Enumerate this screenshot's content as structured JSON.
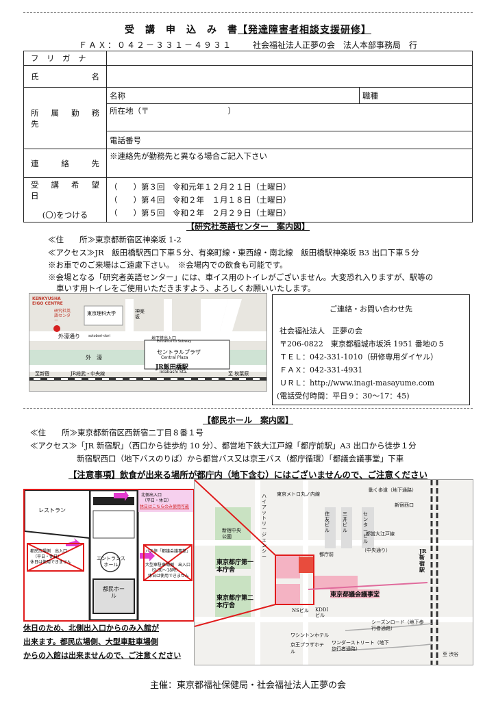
{
  "title": {
    "main": "受　講　申　込　み　書",
    "bracket": "【発達障害者相談支援研修】"
  },
  "fax_line": {
    "fax": "ＦＡＸ：０４２－３３１－４９３１",
    "org": "社会福祉法人正夢の会　法人本部事務局　行"
  },
  "form": {
    "furigana_label": "フ　リ　ガ　ナ",
    "name_label_1": "氏",
    "name_label_2": "名",
    "workplace_label": "所　属　勤　務　先",
    "company_name": "名称",
    "job_type": "職種",
    "address": "所在地（〒　　　　　　　　　　）",
    "phone": "電話番号",
    "contact_label_1": "連",
    "contact_label_2": "絡",
    "contact_label_3": "先",
    "contact_note": "※連絡先が勤務先と異なる場合ご記入下さい",
    "wish_label": "受　講　希　望　日",
    "wish_sub": "(〇)をつける",
    "dates": [
      "（　　）第３回　令和元年１２月２１日（土曜日）",
      "（　　）第４回　令和２年　１月１８日（土曜日）",
      "（　　）第５回　令和２年　２月２９日（土曜日）"
    ]
  },
  "venue1": {
    "heading": "【研究社英語センター　案内図】",
    "address": "≪住　　所≫東京都新宿区神楽坂 1-2",
    "access": "≪アクセス≫JR　飯田橋駅西口下車５分、有楽町線・東西線・南北線　飯田橋駅神楽坂 B3 出口下車５分",
    "note1": "※お車でのご来場はご遠慮下さい。　※会場内での飲食も可能です。",
    "note2": "※会場となる「研究者英語センター」には、車イス用のトイレがございません。大変恐れ入りますが、駅等の",
    "note3": "車いす用トイレをご使用いただきますよう、よろしくお願いいたします。"
  },
  "map1": {
    "venue_en": "KENKYUSHA EIGO CENTRE",
    "venue_jp": "研究社英語センター",
    "tus": "東京理科大学",
    "kagurazaka": "神楽坂",
    "sotobori_dori": "外濠通り",
    "sotobori_dori_en": "sotobori-dori",
    "sotobori": "外　濠",
    "exit": "地下鉄出入口",
    "exit_en": "Entrance to Subway",
    "central_jp": "セントラルプラザ",
    "central_en": "Central Plaza",
    "station_jp": "JR飯田橋駅",
    "station_en": "Iidabashi Sta.",
    "to_shinjuku": "至新宿",
    "jr_line": "JR総武・中央線",
    "to_akihabara": "至 秋葉原"
  },
  "contact": {
    "heading": "ご連絡・お問い合わせ先",
    "org": "社会福祉法人　正夢の会",
    "address": "〒206-0822　東京都稲城市坂浜 1951 番地の５",
    "tel": "ＴＥＬ：042-331-1010（研修専用ダイヤル）",
    "fax": "ＦＡＸ：042-331-4931",
    "url": "ＵＲＬ：http://www.inagi-masayume.com",
    "hours": "(電話受付時間：平日９：30～17：45)"
  },
  "venue2": {
    "heading": "【都民ホール　案内図】",
    "address": "≪住　　所≫東京都新宿区西新宿二丁目８番１号",
    "access1": "≪アクセス≫「JR 新宿駅」（西口から徒歩約 10 分）、都営地下鉄大江戸線「都庁前駅」A3 出口から徒歩１分",
    "access2": "新宿駅西口（地下バスのりば）から都営バス又は京王バス（都庁循環）「都議会議事堂」下車"
  },
  "notice": "【注意事項】飲食が出来る場所が都庁内（地下含む）にはございませんので、ご注意ください",
  "map2": {
    "restaurant": "レストラン",
    "entrance_hall": "エントランスホール",
    "tomin_hall": "都民ホール",
    "north_entrance": "北側出入口",
    "north_days": "（平日・休日）",
    "north_note": "休日はこちらのみ使用可能",
    "closed1_title": "都民広場側　出入口",
    "closed1_days": "（平日・休日）",
    "closed1_note": "休日は使用できません",
    "bus_stop": "バス停「都議会議事堂」",
    "closed2_title": "大型車駐車場側　出入口",
    "closed2_hours": "（9:30～18時）",
    "closed2_note": "休日は使用できません",
    "metro_maru": "東京メトロ丸ノ内線",
    "ugoku": "動く歩道（地下通路）",
    "shinjuku_nishi": "新宿西口",
    "park": "新宿中央公園",
    "hyatt": "ハイアットリージェンシー",
    "sumitomo": "住友ビル",
    "mitsui": "三井ビル",
    "center": "センタービル",
    "oedo": "都営大江戸線",
    "tochomae": "都庁前",
    "chuodori": "（中央通り）",
    "main1": "東京都庁第一本庁舎",
    "main2": "東京都庁第二本庁舎",
    "gikai": "東京都議会議事堂",
    "ns": "NSビル",
    "kddi": "KDDIビル",
    "washington": "ワシントンホテル",
    "jr_shinjuku": "JR新宿駅",
    "season": "シーズンロード（地下歩行者通路）",
    "wonder": "ワンダーストリート（地下歩行者通路）",
    "keio_plaza": "京王プラザホテル",
    "shibuya": "至 渋谷"
  },
  "bottom_note": {
    "l1": "休日のため、北側出入口からのみ入館が",
    "l2": "出来ます。都民広場側、大型車駐車場側",
    "l3": "からの入館は出来ませんので、ご注意ください"
  },
  "footer": "主催：東京都福祉保健局・社会福祉法人正夢の会"
}
